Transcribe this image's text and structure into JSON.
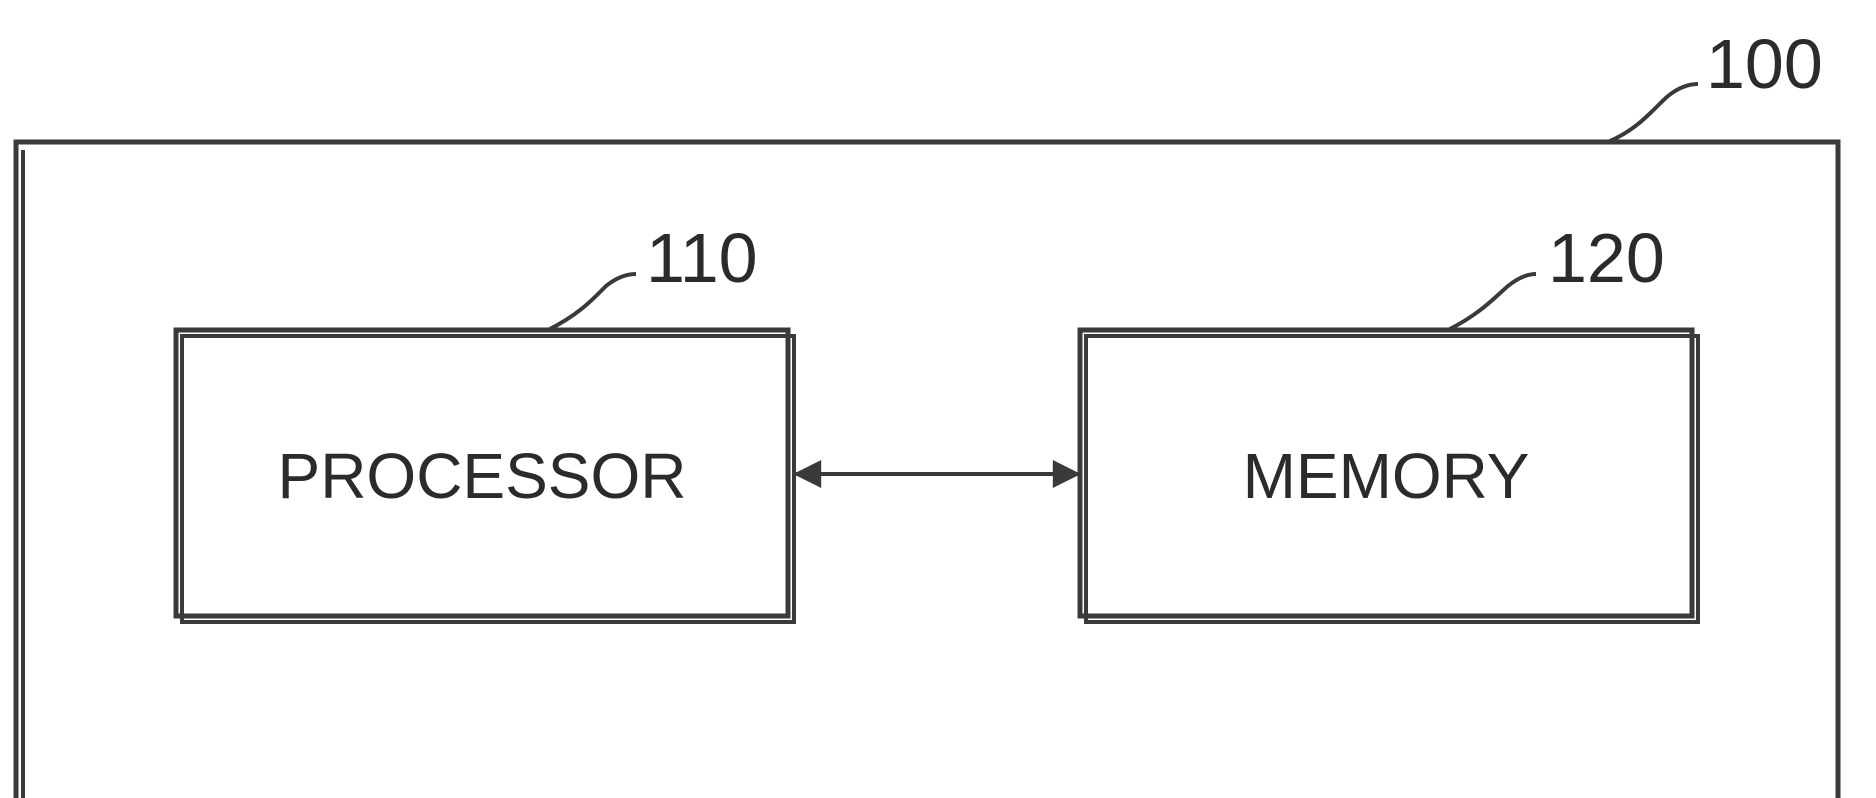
{
  "diagram": {
    "device": {
      "ref": "100"
    },
    "blocks": [
      {
        "ref": "110",
        "label": "PROCESSOR"
      },
      {
        "ref": "120",
        "label": "MEMORY"
      }
    ],
    "connection": {
      "type": "bidirectional-arrow"
    }
  }
}
